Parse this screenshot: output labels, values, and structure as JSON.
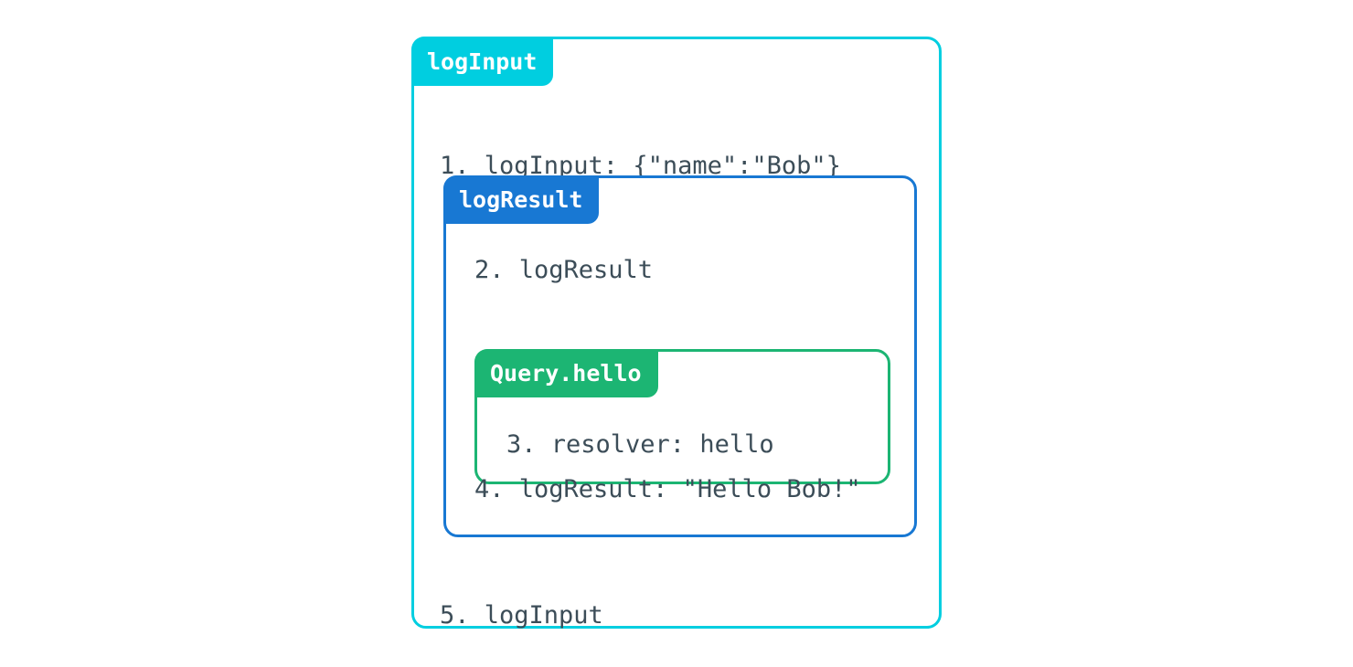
{
  "diagram": {
    "title": "logInput",
    "boxes": [
      {
        "id": "loginput",
        "tab_label": "logInput",
        "color": "#00cee0",
        "lines": [
          {
            "id": "line-1",
            "text": "1. logInput: {\"name\":\"Bob\"}"
          },
          {
            "id": "line-5",
            "text": "5. logInput"
          }
        ]
      },
      {
        "id": "logresult",
        "tab_label": "logResult",
        "color": "#1878d3",
        "lines": [
          {
            "id": "line-2",
            "text": "2. logResult"
          },
          {
            "id": "line-4",
            "text": "4. logResult: \"Hello Bob!\""
          }
        ]
      },
      {
        "id": "queryhello",
        "tab_label": "Query.hello",
        "color": "#1cb573",
        "lines": [
          {
            "id": "line-3",
            "text": "3. resolver: hello"
          }
        ]
      }
    ],
    "text_color": "#3c4d58",
    "background": "#ffffff"
  }
}
